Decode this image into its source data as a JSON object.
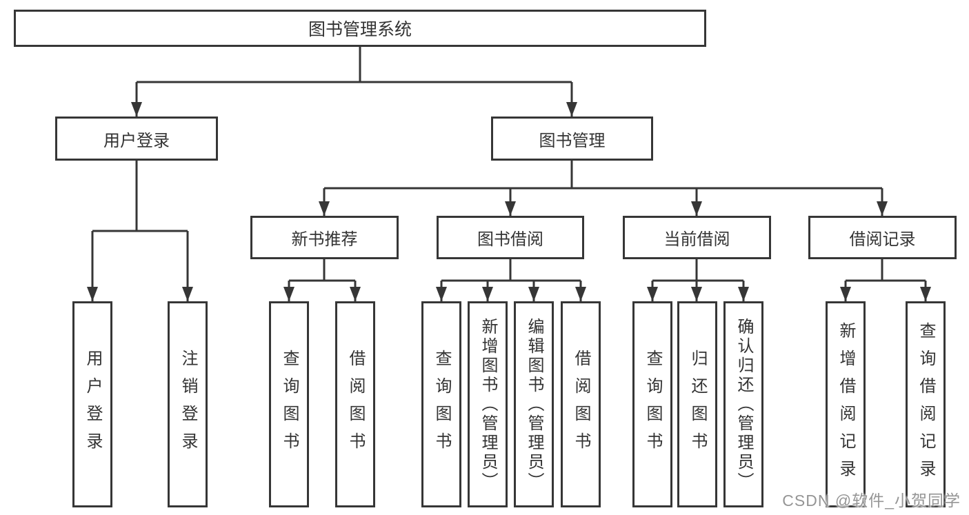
{
  "diagram": {
    "type": "tree",
    "root": {
      "label": "图书管理系统"
    },
    "branches": [
      {
        "label": "用户登录",
        "children": [
          {
            "label": "用户登录"
          },
          {
            "label": "注销登录"
          }
        ]
      },
      {
        "label": "图书管理",
        "children": [
          {
            "label": "新书推荐",
            "children": [
              {
                "label": "查询图书"
              },
              {
                "label": "借阅图书"
              }
            ]
          },
          {
            "label": "图书借阅",
            "children": [
              {
                "label": "查询图书"
              },
              {
                "label": "新增图书（管理员）"
              },
              {
                "label": "编辑图书（管理员）"
              },
              {
                "label": "借阅图书"
              }
            ]
          },
          {
            "label": "当前借阅",
            "children": [
              {
                "label": "查询图书"
              },
              {
                "label": "归还图书"
              },
              {
                "label": "确认归还（管理员）"
              }
            ]
          },
          {
            "label": "借阅记录",
            "children": [
              {
                "label": "新增借阅记录"
              },
              {
                "label": "查询借阅记录"
              }
            ]
          }
        ]
      }
    ]
  },
  "watermark": "CSDN @软件_小贺同学",
  "colors": {
    "line": "#363636",
    "box_border": "#363636",
    "text": "#333333",
    "background": "#ffffff",
    "watermark": "#8a8a8a"
  }
}
